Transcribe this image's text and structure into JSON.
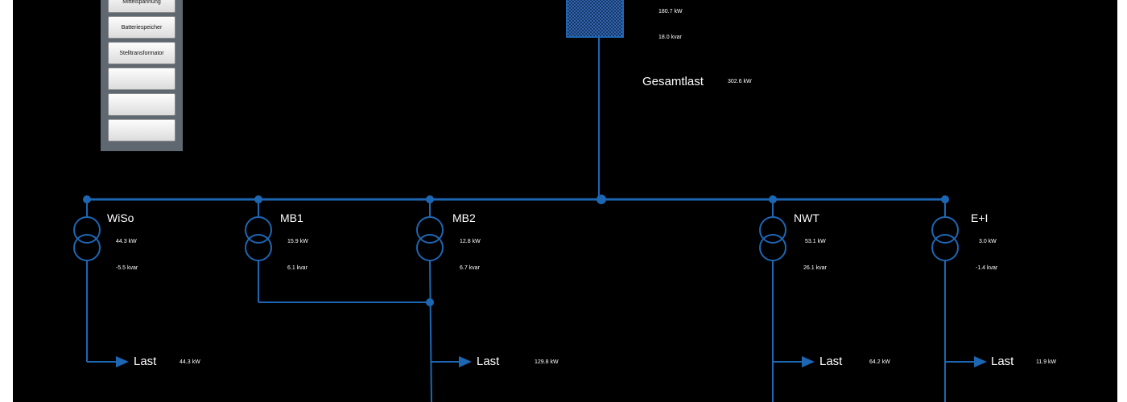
{
  "buttons": [
    "Mittelspannung",
    "Batteriespeicher",
    "Stelltransformator",
    "",
    "",
    ""
  ],
  "supply": {
    "p": "180.7 kW",
    "q": "18.0 kvar"
  },
  "total": {
    "label": "Gesamtlast",
    "value": "302.6 kW"
  },
  "feeders": [
    {
      "name": "WiSo",
      "p": "44.3 kW",
      "q": "-5.5 kvar"
    },
    {
      "name": "MB1",
      "p": "15.9 kW",
      "q": "6.1 kvar"
    },
    {
      "name": "MB2",
      "p": "12.8 kW",
      "q": "6.7 kvar"
    },
    {
      "name": "NWT",
      "p": "53.1 kW",
      "q": "26.1 kvar"
    },
    {
      "name": "E+I",
      "p": "3.0 kW",
      "q": "-1.4 kvar"
    }
  ],
  "loads": [
    {
      "label": "Last",
      "value": "44.3 kW"
    },
    {
      "label": "Last",
      "value": "129.8 kW"
    },
    {
      "label": "Last",
      "value": "64.2 kW"
    },
    {
      "label": "Last",
      "value": "11.9 kW"
    }
  ],
  "colors": {
    "line": "#1d66b3",
    "background": "#000000",
    "panel": "#5f6770",
    "text": "#ffffff"
  }
}
